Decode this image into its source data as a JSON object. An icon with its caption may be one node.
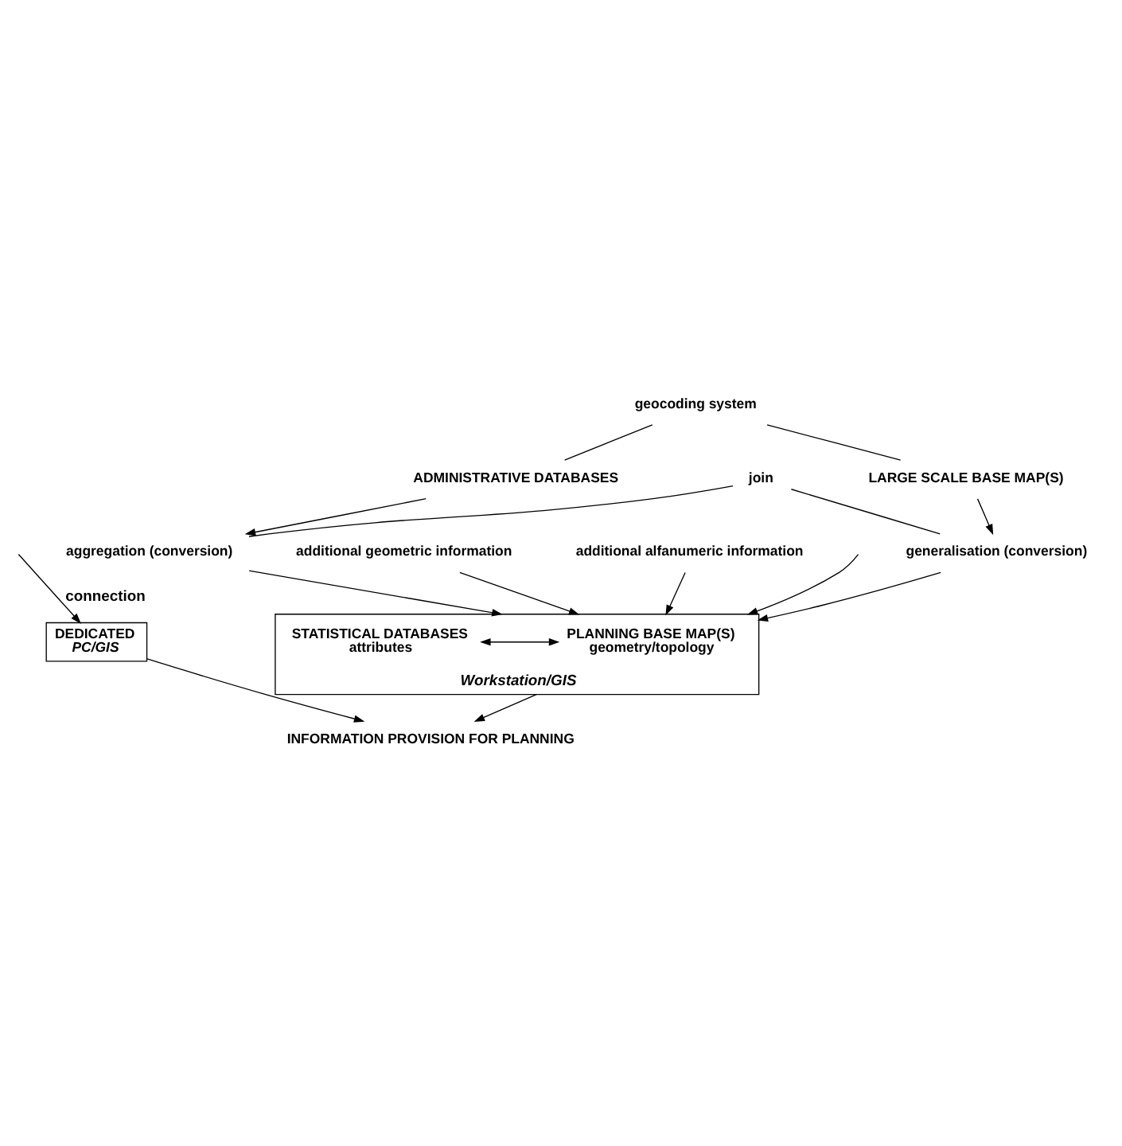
{
  "diagram": {
    "nodes": [
      {
        "text": [
          "geocoding system"
        ]
      },
      {
        "text": [
          "LARGE SCALE BASE MAP(S)"
        ]
      },
      {
        "text": [
          "ADMINISTRATIVE DATABASES"
        ]
      },
      {
        "text": [
          "join"
        ]
      },
      {
        "text": [
          "generalisation (conversion)"
        ]
      },
      {
        "text": [
          "aggregation (conversion)"
        ]
      },
      {
        "text": [
          "Workstation/GIS"
        ]
      },
      {
        "text": [
          "PLANNING BASE MAP(S)",
          "geometry/topology"
        ],
        "in": 6
      },
      {
        "text": [
          "STATISTICAL DATABASES",
          "attributes"
        ],
        "in": 6
      },
      {
        "text": [
          "additional geometric information"
        ]
      },
      {
        "text": [
          "additional alfanumeric information"
        ]
      },
      {
        "text": [
          "INFORMATION PROVISION FOR PLANNING"
        ]
      },
      {
        "text": [
          "DEDICATED",
          "PC/GIS"
        ]
      }
    ],
    "edges": [
      {
        "from": 0,
        "to": 1,
        "arrow": "none"
      },
      {
        "from": 0,
        "to": 2,
        "arrow": "none"
      },
      {
        "from": 1,
        "to": 4,
        "arrow": "to"
      },
      {
        "from": 2,
        "to": 5,
        "arrow": "to"
      },
      {
        "from": 3,
        "to": 4,
        "arrow": "none"
      },
      {
        "from": 3,
        "to": 5,
        "arrow": "none"
      },
      {
        "from": 4,
        "to": 6,
        "arrow": "to"
      },
      {
        "from": 5,
        "to": 6,
        "arrow": "to"
      },
      {
        "from": 7,
        "to": 8,
        "arrow": "both"
      },
      {
        "from": null,
        "to": 6,
        "arrow": "to"
      },
      {
        "from": 9,
        "to": 6,
        "arrow": "to"
      },
      {
        "from": 10,
        "to": 6,
        "arrow": "to"
      },
      {
        "from": 6,
        "to": 11,
        "arrow": "to"
      },
      {
        "from": 12,
        "to": 11,
        "arrow": "to"
      },
      {
        "from": null,
        "to": 12,
        "label": "connection",
        "arrow": "to"
      }
    ]
  }
}
